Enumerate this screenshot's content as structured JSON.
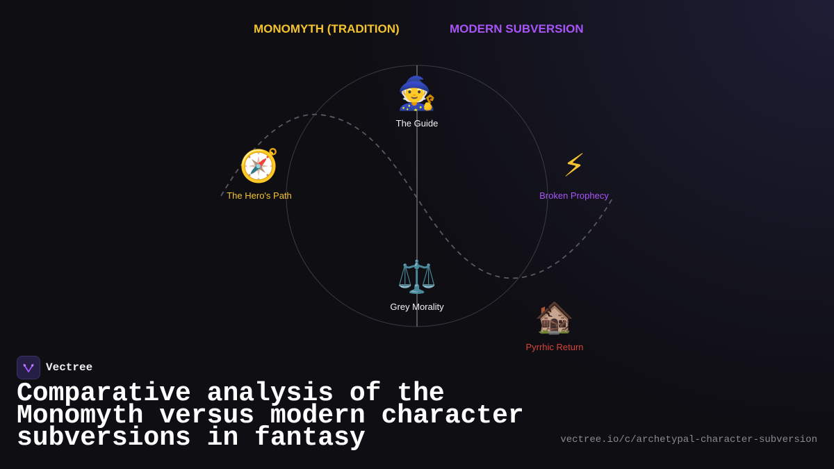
{
  "columns": {
    "left_label": "MONOMYTH (TRADITION)",
    "right_label": "MODERN SUBVERSION",
    "left_color": "#f4c430",
    "right_color": "#a855f7"
  },
  "nodes": {
    "guide": {
      "icon": "wizard-icon",
      "glyph": "🧙",
      "label": "The Guide"
    },
    "heros_path": {
      "icon": "compass-icon",
      "glyph": "🧭",
      "label": "The Hero's Path"
    },
    "broken_prophecy": {
      "icon": "lightning-icon",
      "glyph": "⚡",
      "label": "Broken Prophecy"
    },
    "grey_morality": {
      "icon": "scales-icon",
      "glyph": "⚖️",
      "label": "Grey Morality"
    },
    "pyrrhic_return": {
      "icon": "derelict-house-icon",
      "glyph": "🏚️",
      "label": "Pyrrhic Return"
    }
  },
  "brand": {
    "name": "Vectree",
    "logo_icon": "vectree-logo-icon"
  },
  "headline": "Comparative analysis of the Monomyth versus modern character subversions in fantasy",
  "footer_url": "vectree.io/c/archetypal-character-subversion"
}
